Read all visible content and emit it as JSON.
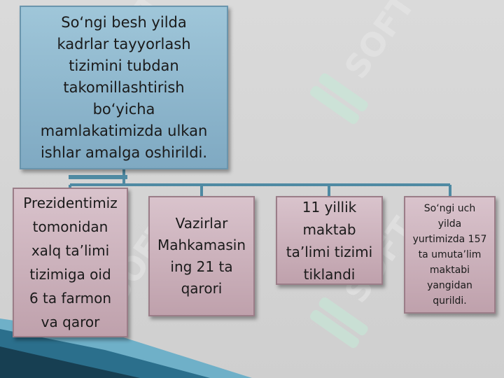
{
  "root": {
    "text": "So‘ngi besh yilda\nkadrlar tayyorlash\ntizimini tubdan\ntakomillashtirish\nbo‘yicha\nmamlakatimizda ulkan\nishlar amalga oshirildi."
  },
  "children": [
    {
      "text": "Prezidentimiz\ntomonidan\nxalq ta’limi\ntizimiga oid\n6 ta farmon\nva qaror"
    },
    {
      "text": "Vazirlar\nMahkamasin\ning 21 ta\nqarori"
    },
    {
      "text": "11 yillik\nmaktab\nta’limi tizimi\ntiklandi"
    },
    {
      "text": "So‘ngi uch\nyilda\nyurtimizda 157\nta umuta’lim\nmaktabi\nyangidan\nqurildi."
    }
  ],
  "watermark": {
    "text": "SOFT"
  },
  "colors": {
    "root_fill": "#8fb7cc",
    "child_fill": "#ccb1bb",
    "connector": "#4f8aa3",
    "accent_dark": "#1f5f7a",
    "accent_light": "#6fb0c8"
  }
}
